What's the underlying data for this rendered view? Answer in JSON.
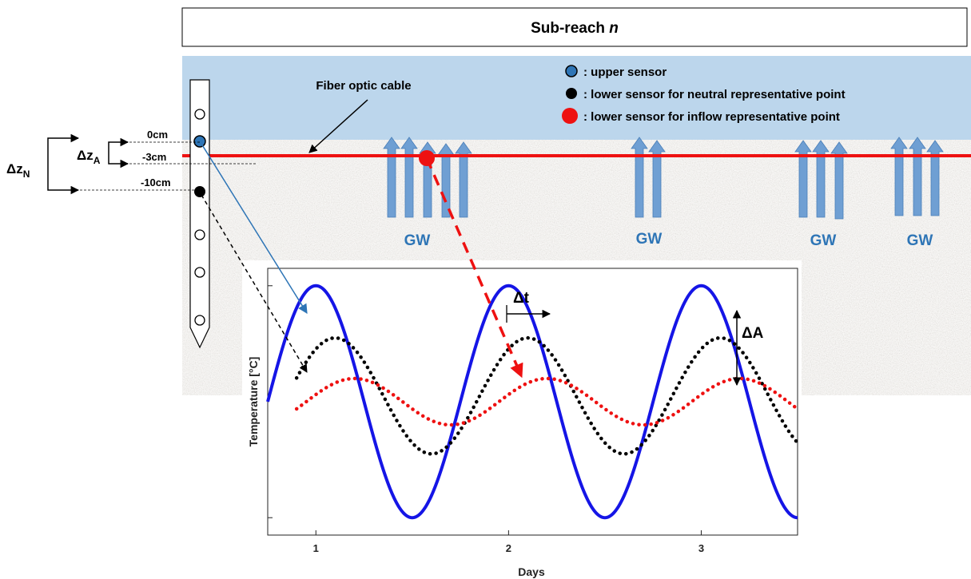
{
  "header": {
    "title_prefix": "Sub-reach ",
    "title_italic": "n"
  },
  "legend": {
    "upper": ": upper sensor",
    "lower_neutral": ": lower sensor for neutral representative point",
    "lower_inflow": ": lower sensor for inflow representative point"
  },
  "labels": {
    "fiber_optic_cable": "Fiber optic cable",
    "groundwater": "GW",
    "depth_0": "0cm",
    "depth_3": "-3cm",
    "depth_10": "-10cm",
    "dz_main": "Δz",
    "dz_n_sub": "N",
    "dz_a_sub": "A",
    "delta_t": "Δt",
    "delta_a": "ΔA"
  },
  "colors": {
    "water": "#bcd6ec",
    "sediment": "#cdc6bf",
    "cable": "#ee1111",
    "gw_arrow": "#6f9fd3",
    "gw_text": "#2e75b6",
    "upper_sensor": "#2e75b6",
    "lower_neutral": "#000000",
    "lower_inflow": "#ee1111",
    "upper_curve": "#1515e6"
  },
  "chart_data": {
    "type": "line",
    "xlabel": "Days",
    "ylabel": "Temperature [°C]",
    "xticks": [
      "1",
      "2",
      "3"
    ],
    "xlim": [
      0.75,
      3.5
    ],
    "ylim": [
      -1.15,
      1.15
    ],
    "y_axis_values_shown": false,
    "series": [
      {
        "style": "solid",
        "color": "#1515e6",
        "amplitude": 1.0,
        "mean": 0.0,
        "period_days": 1.0,
        "peak_day": 1.0
      },
      {
        "style": "dotted",
        "color": "#000000",
        "amplitude": 0.5,
        "mean": 0.05,
        "period_days": 1.0,
        "peak_day": 1.1
      },
      {
        "style": "dotted",
        "color": "#ee1111",
        "amplitude": 0.2,
        "mean": 0.0,
        "period_days": 1.0,
        "peak_day": 1.2
      }
    ]
  }
}
